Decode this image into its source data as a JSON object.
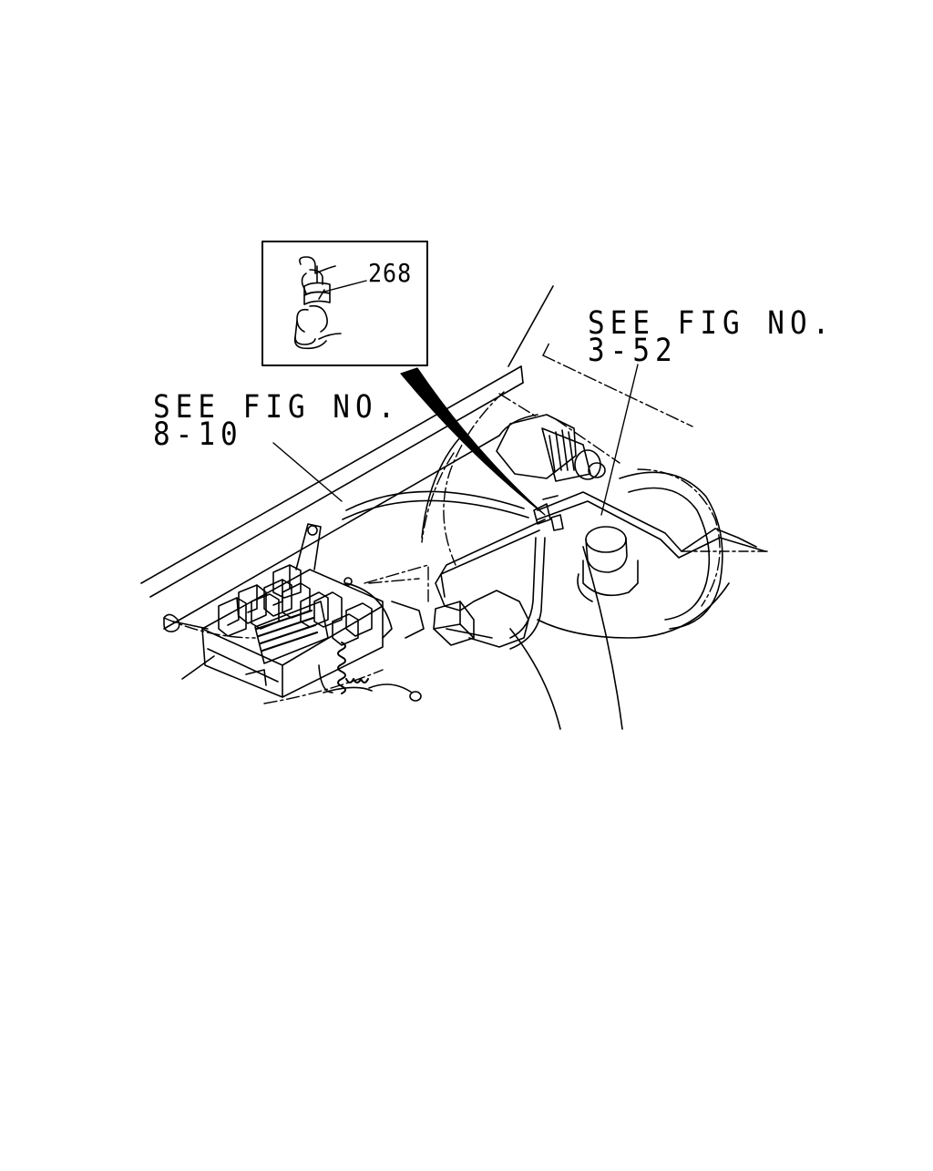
{
  "callouts": {
    "part_268": "268",
    "ref_right_line1": "SEE FIG NO.",
    "ref_right_line2": "3-52",
    "ref_left_line1": "SEE FIG NO.",
    "ref_left_line2": "8-10"
  },
  "colors": {
    "ink": "#000000",
    "paper": "#ffffff"
  }
}
